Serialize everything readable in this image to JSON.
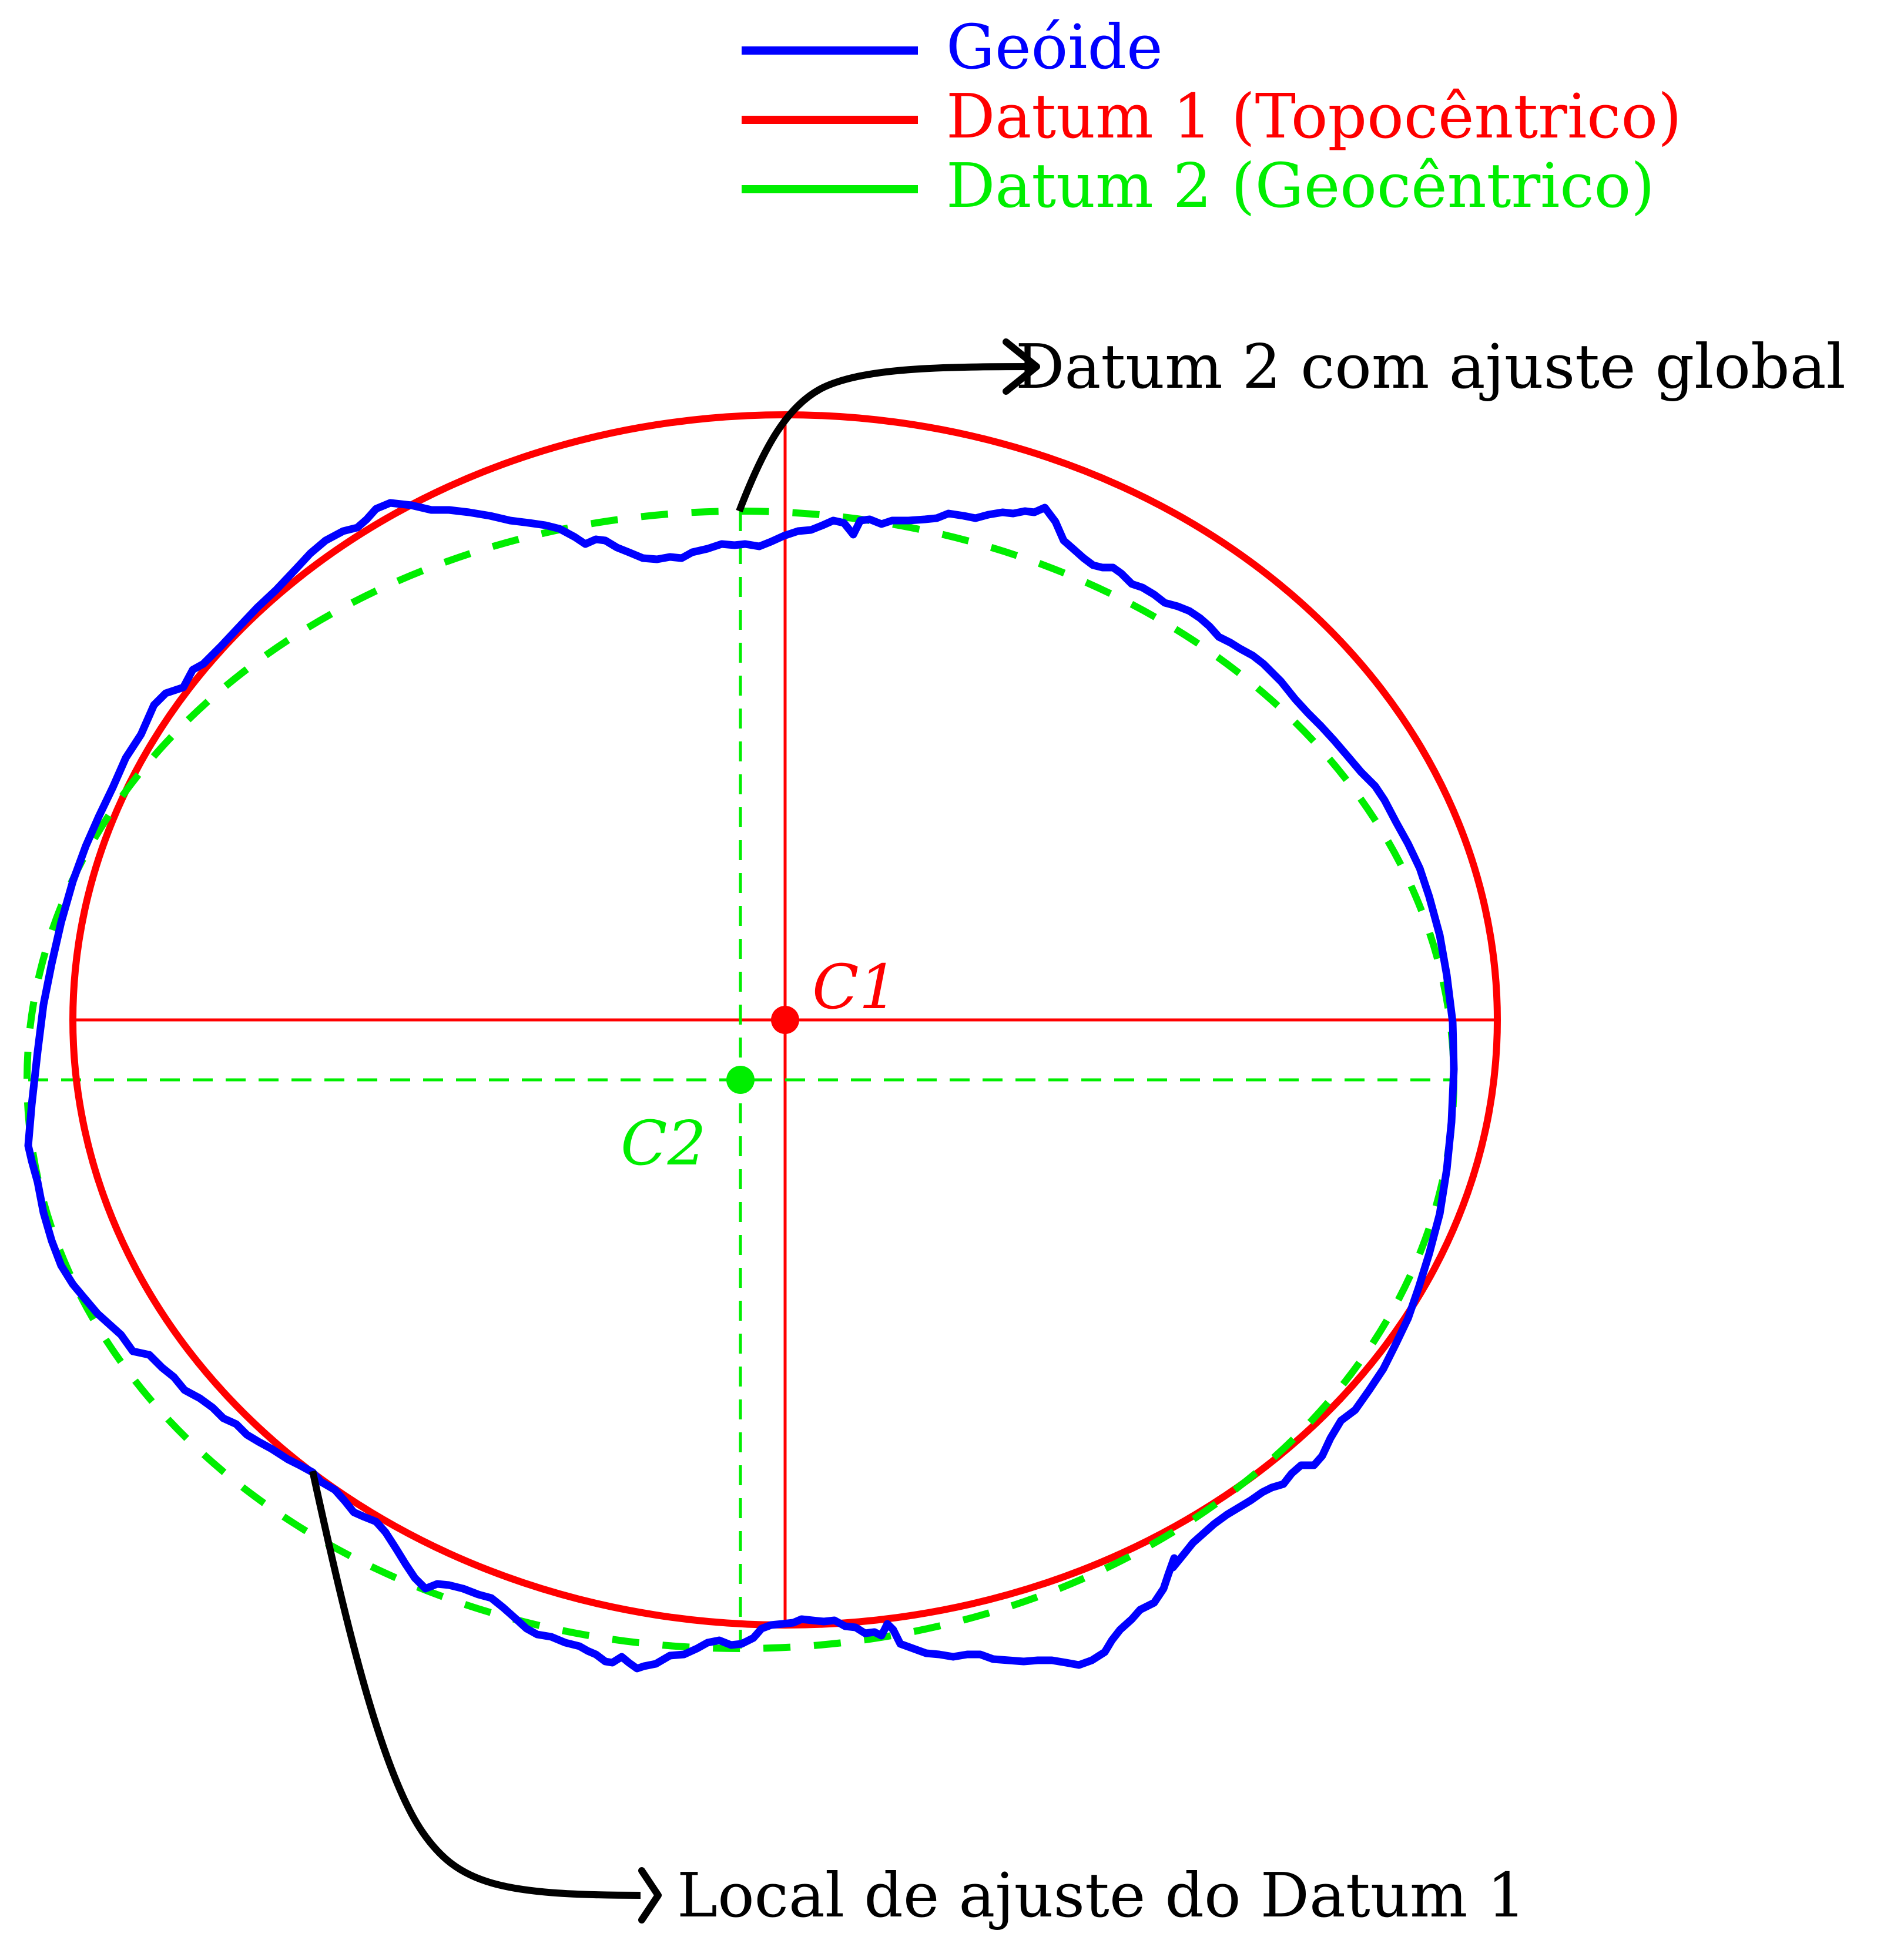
{
  "legend": {
    "entries": [
      {
        "label": "Geóide",
        "color": "#0000ff",
        "style": "solid"
      },
      {
        "label": "Datum 1 (Topocêntrico)",
        "color": "#ff0000",
        "style": "solid"
      },
      {
        "label": "Datum 2 (Geocêntrico)",
        "color": "#00ee00",
        "style": "solid"
      }
    ]
  },
  "labels": {
    "center1": "C1",
    "center2": "C2",
    "annotation_global": "Datum 2 com ajuste global",
    "annotation_local": "Local de ajuste do Datum 1"
  },
  "colors": {
    "geoid": "#0000ff",
    "datum1": "#ff0000",
    "datum2": "#00ee00",
    "annotation": "#000000"
  }
}
